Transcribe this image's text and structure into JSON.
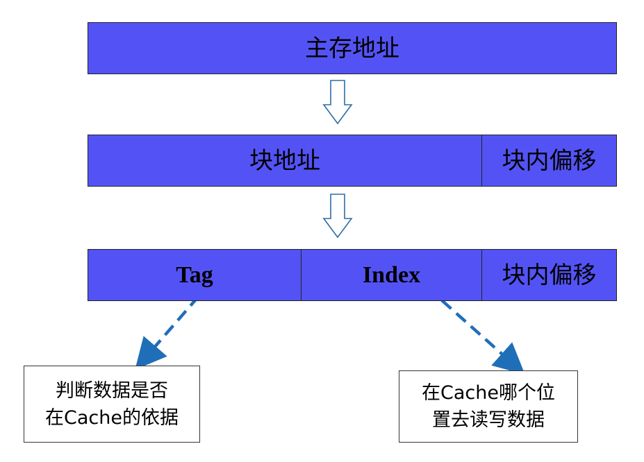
{
  "row1": {
    "main_address": "主存地址"
  },
  "row2": {
    "block_address": "块地址",
    "block_offset": "块内偏移"
  },
  "row3": {
    "tag": "Tag",
    "index": "Index",
    "block_offset": "块内偏移"
  },
  "notes": {
    "tag_note": {
      "line1": "判断数据是否",
      "line2": "在Cache的依据"
    },
    "index_note": {
      "line1": "在Cache哪个位",
      "line2": "置去读写数据"
    }
  },
  "colors": {
    "cell_fill": "#5353f5",
    "dashed_arrow": "#1f6fb8",
    "hollow_arrow": "#2e6da4"
  }
}
